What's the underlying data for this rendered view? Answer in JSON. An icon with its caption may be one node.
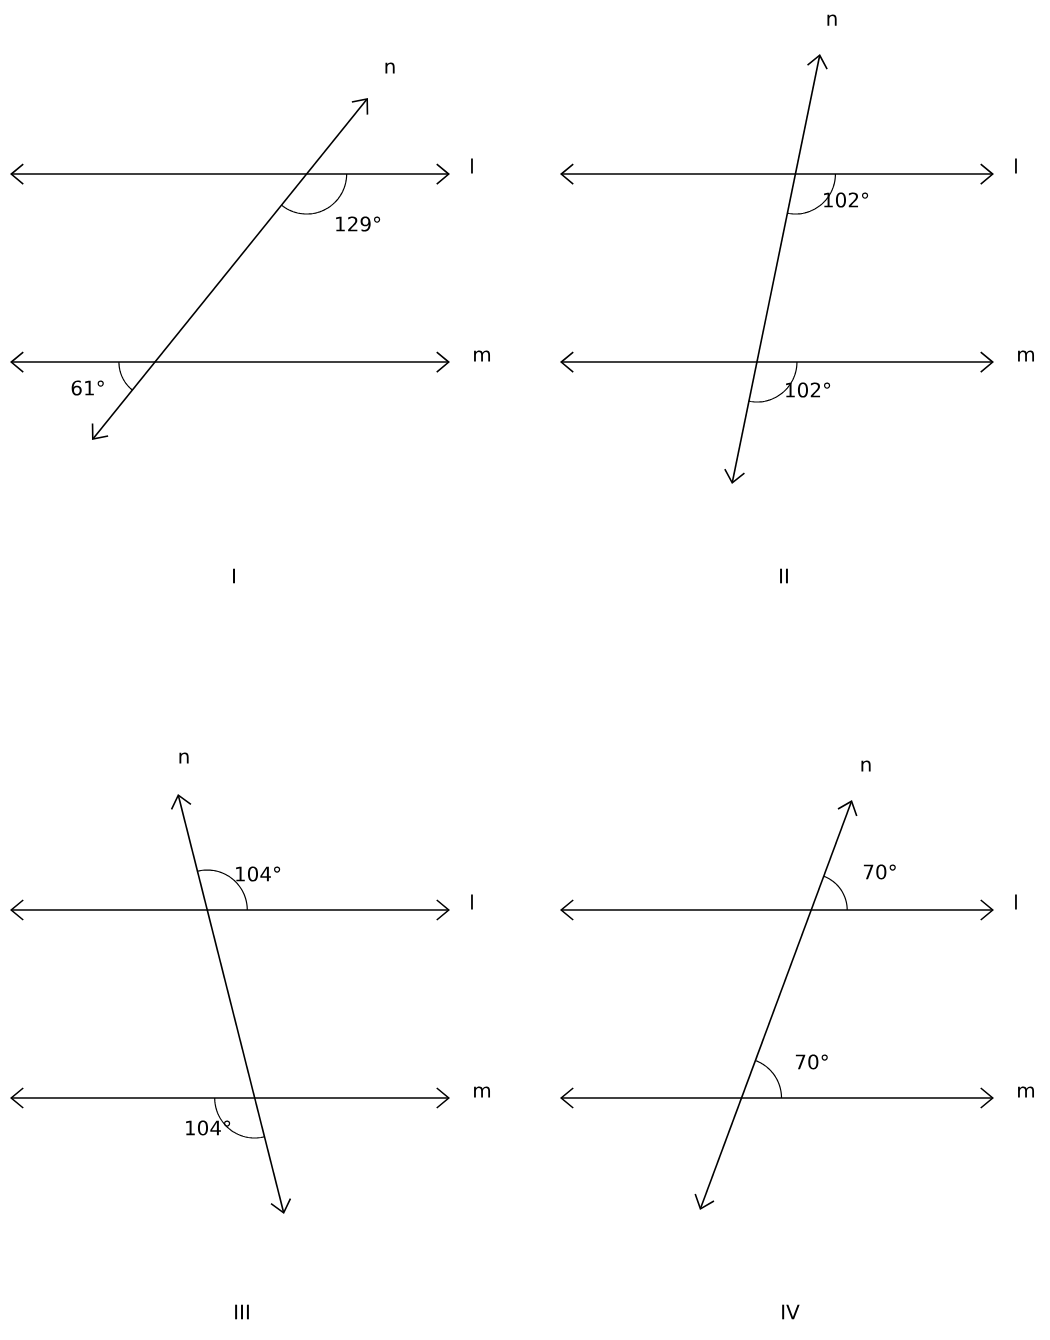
{
  "diagram": {
    "labels": [
      "n",
      "l",
      "129°",
      "m",
      "61°",
      "I",
      "n",
      "l",
      "102°",
      "m",
      "102°",
      "II",
      "n",
      "104°",
      "l",
      "m",
      "104°",
      "III",
      "n",
      "70°",
      "l",
      "70°",
      "m",
      "IV"
    ]
  }
}
